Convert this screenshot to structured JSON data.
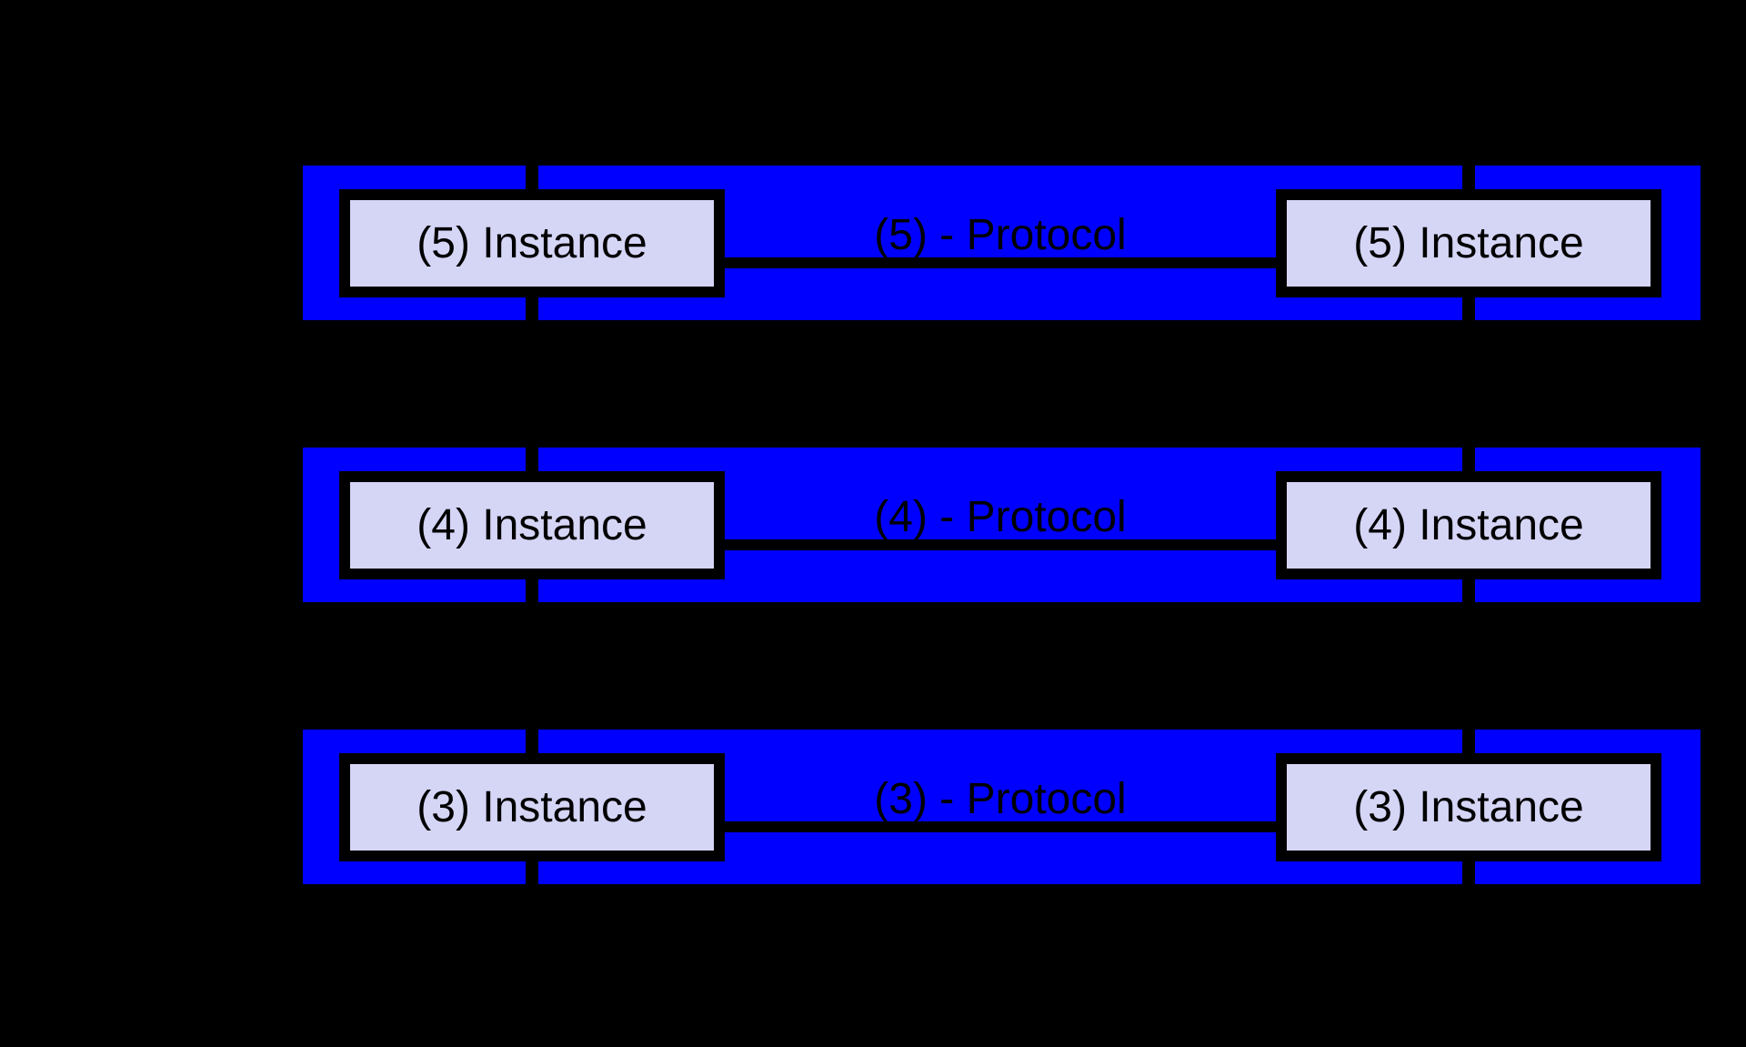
{
  "colors": {
    "background": "#000000",
    "layer-band": "#0000ff",
    "instance-fill": "#d5d5f6",
    "stroke": "#000000",
    "text": "#000000"
  },
  "rows": [
    {
      "layer": "5",
      "left_instance": "(5) Instance",
      "protocol": "(5) - Protocol",
      "right_instance": "(5) Instance"
    },
    {
      "layer": "4",
      "left_instance": "(4) Instance",
      "protocol": "(4) - Protocol",
      "right_instance": "(4) Instance"
    },
    {
      "layer": "3",
      "left_instance": "(3) Instance",
      "protocol": "(3) - Protocol",
      "right_instance": "(3) Instance"
    }
  ]
}
